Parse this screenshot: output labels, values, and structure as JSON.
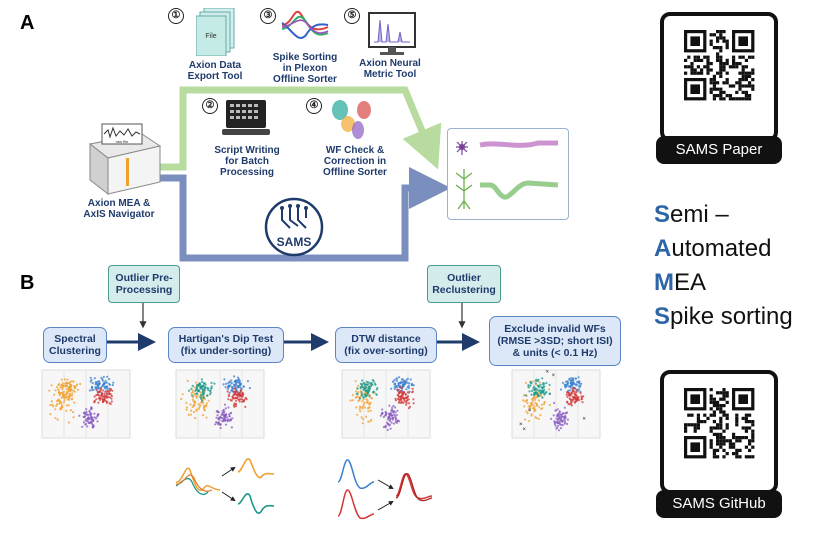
{
  "panel_a": {
    "letter": "A",
    "tools": [
      {
        "num": "①",
        "label": "Axion Data\nExport Tool",
        "file_label": "File"
      },
      {
        "num": "②",
        "label": "Script Writing\nfor Batch\nProcessing"
      },
      {
        "num": "③",
        "label": "Spike Sorting\nin Plexon\nOffline Sorter"
      },
      {
        "num": "④",
        "label": "WF Check &\nCorrection in\nOffline Sorter"
      },
      {
        "num": "⑤",
        "label": "Axion Neural\nMetric Tool"
      }
    ],
    "mea": {
      "label": "Axion MEA &\nAxIS Navigator",
      "screen_text": "raw file"
    },
    "sams_logo": "SAMS"
  },
  "panel_b": {
    "letter": "B",
    "steps": [
      {
        "label": "Spectral\nClustering"
      },
      {
        "label": "Hartigan's Dip Test\n(fix under-sorting)"
      },
      {
        "label": "DTW distance\n(fix over-sorting)"
      },
      {
        "label": "Exclude invalid WFs\n(RMSE >3SD; short ISI)\n& units (< 0.1 Hz)"
      }
    ],
    "pre_boxes": [
      {
        "label": "Outlier Pre-\nProcessing"
      },
      {
        "label": "Outlier\nReclustering"
      }
    ]
  },
  "qr_codes": [
    {
      "caption": "SAMS Paper"
    },
    {
      "caption": "SAMS GitHub"
    }
  ],
  "acronym": [
    {
      "initial": "S",
      "rest": "emi –"
    },
    {
      "initial": "A",
      "rest": "utomated"
    },
    {
      "initial": "M",
      "rest": "EA"
    },
    {
      "initial": "S",
      "rest": "pike sorting"
    }
  ],
  "colors": {
    "green_arrow": "#b8dca0",
    "blue_arrow": "#7b8fbf",
    "cluster_teal": "#1a9a8c",
    "cluster_orange": "#f0a030",
    "cluster_red": "#d23a3a",
    "cluster_blue": "#3a80d0",
    "cluster_purple": "#8a5cc0"
  }
}
